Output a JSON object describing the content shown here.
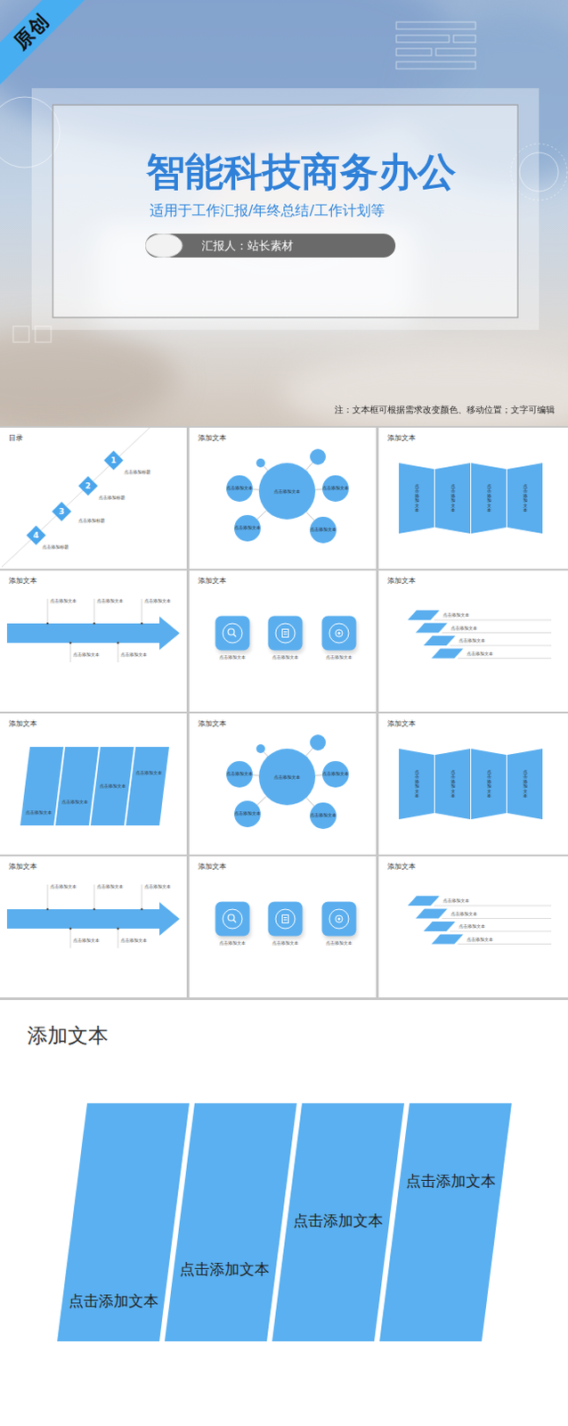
{
  "diagram": {
    "title": "智能科技商务办公",
    "nodes": [
      {
        "text": [
          "原创"
        ]
      },
      {
        "text": [
          "汇报人：站长素材"
        ]
      },
      {
        "text": [
          "目录",
          "点击添加标题",
          "点击添加标题",
          "点击添加标题",
          "点击添加标题"
        ]
      },
      {
        "text": [
          "1"
        ],
        "in": 2
      },
      {
        "text": [
          "2"
        ],
        "in": 2
      },
      {
        "text": [
          "3"
        ],
        "in": 2
      },
      {
        "text": [
          "4"
        ],
        "in": 2
      },
      {
        "text": [
          "添加文本"
        ]
      },
      {
        "text": [
          "点击添加文本"
        ],
        "in": 7
      },
      {
        "text": [
          "点击添加文本"
        ],
        "in": 7
      },
      {
        "text": [
          "点击添加文本"
        ],
        "in": 7
      },
      {
        "text": [
          "点击添加文本"
        ],
        "in": 7
      },
      {
        "text": [
          "点击添加文本"
        ],
        "in": 7
      },
      {
        "text": [
          "添加文本"
        ]
      },
      {
        "text": [
          "点击添加文本"
        ],
        "in": 13
      },
      {
        "text": [
          "点击添加文本"
        ],
        "in": 13
      },
      {
        "text": [
          "点击添加文本"
        ],
        "in": 13
      },
      {
        "text": [
          "点击添加文本"
        ],
        "in": 13
      },
      {
        "text": [
          "添加文本",
          "点击添加文本",
          "点击添加文本",
          "点击添加文本",
          "点击添加文本",
          "点击添加文本"
        ]
      },
      {
        "text": [
          "添加文本",
          "点击添加文本",
          "点击添加文本",
          "点击添加文本"
        ]
      },
      {
        "text": [
          "添加文本",
          "点击添加文本",
          "点击添加文本",
          "点击添加文本",
          "点击添加文本"
        ]
      },
      {
        "text": [
          "添加文本"
        ]
      },
      {
        "text": [
          "点击添加文本"
        ],
        "in": 21
      },
      {
        "text": [
          "点击添加文本"
        ],
        "in": 21
      },
      {
        "text": [
          "点击添加文本"
        ],
        "in": 21
      },
      {
        "text": [
          "点击添加文本"
        ],
        "in": 21
      },
      {
        "text": [
          "添加文本"
        ]
      },
      {
        "text": [
          "点击添加文本"
        ],
        "in": 26
      },
      {
        "text": [
          "点击添加文本"
        ],
        "in": 26
      },
      {
        "text": [
          "点击添加文本"
        ],
        "in": 26
      },
      {
        "text": [
          "点击添加文本"
        ],
        "in": 26
      },
      {
        "text": [
          "点击添加文本"
        ],
        "in": 26
      },
      {
        "text": [
          "添加文本"
        ]
      },
      {
        "text": [
          "点击添加文本"
        ],
        "in": 32
      },
      {
        "text": [
          "点击添加文本"
        ],
        "in": 32
      },
      {
        "text": [
          "点击添加文本"
        ],
        "in": 32
      },
      {
        "text": [
          "点击添加文本"
        ],
        "in": 32
      },
      {
        "text": [
          "添加文本",
          "点击添加文本",
          "点击添加文本",
          "点击添加文本",
          "点击添加文本",
          "点击添加文本"
        ]
      },
      {
        "text": [
          "添加文本",
          "点击添加文本",
          "点击添加文本",
          "点击添加文本"
        ]
      },
      {
        "text": [
          "添加文本",
          "点击添加文本",
          "点击添加文本",
          "点击添加文本",
          "点击添加文本"
        ]
      },
      {
        "text": [
          "添加文本"
        ]
      },
      {
        "text": [
          "点击添加文本"
        ],
        "in": 40
      },
      {
        "text": [
          "点击添加文本"
        ],
        "in": 40
      },
      {
        "text": [
          "点击添加文本"
        ],
        "in": 40
      },
      {
        "text": [
          "点击添加文本"
        ],
        "in": 40
      }
    ],
    "edges": [
      {
        "from": 8,
        "to": 9,
        "arrow": "none"
      },
      {
        "from": 8,
        "to": 10,
        "arrow": "none"
      },
      {
        "from": 8,
        "to": 11,
        "arrow": "none"
      },
      {
        "from": 8,
        "to": 12,
        "arrow": "none"
      },
      {
        "from": 27,
        "to": 28,
        "arrow": "none"
      },
      {
        "from": 27,
        "to": 29,
        "arrow": "none"
      },
      {
        "from": 27,
        "to": 30,
        "arrow": "none"
      },
      {
        "from": 27,
        "to": 31,
        "arrow": "none"
      }
    ],
    "labels": [
      "适用于工作汇报/年终总结/工作计划等",
      "注：文本框可根据需求改变颜色、移动位置；文字可编辑"
    ]
  }
}
